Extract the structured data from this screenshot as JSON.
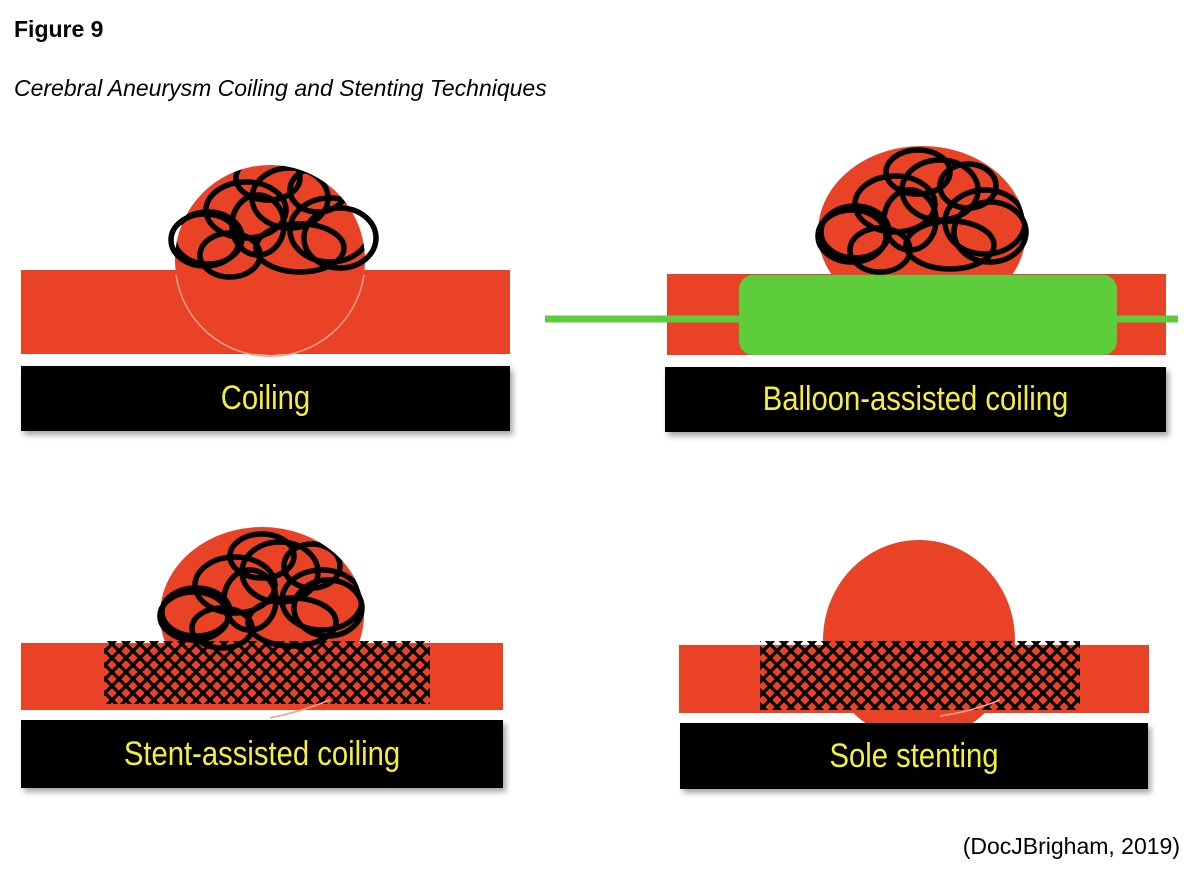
{
  "figure_label": "Figure 9",
  "figure_title": "Cerebral Aneurysm Coiling and Stenting Techniques",
  "credit": "(DocJBrigham, 2019)",
  "colors": {
    "vessel": "#e94226",
    "coil": "#000000",
    "balloon": "#5dcd3c",
    "label_bg": "#000000",
    "label_text": "#f6ef3a"
  },
  "panels": [
    {
      "id": "coiling",
      "label": "Coiling"
    },
    {
      "id": "balloon",
      "label": "Balloon-assisted coiling"
    },
    {
      "id": "stent-coil",
      "label": "Stent-assisted coiling"
    },
    {
      "id": "sole-stent",
      "label": "Sole stenting"
    }
  ]
}
